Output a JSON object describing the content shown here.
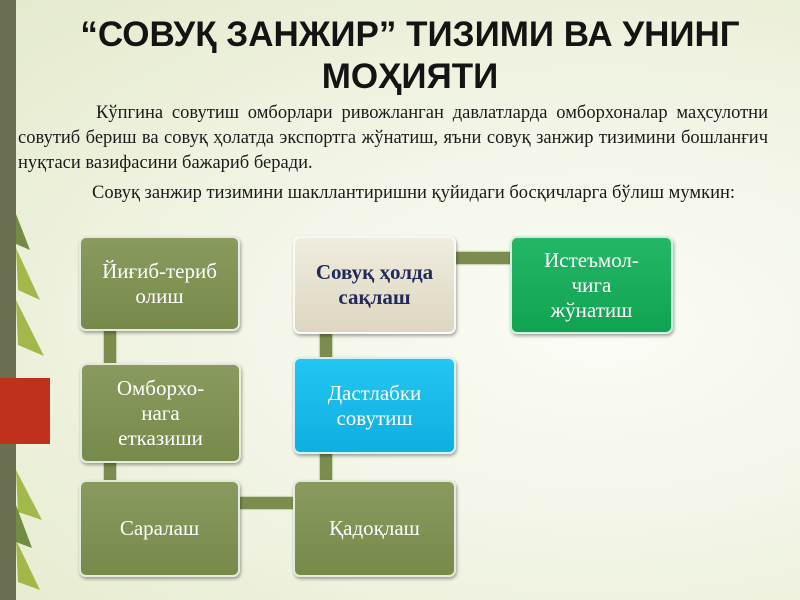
{
  "slide": {
    "title": "“СОВУҚ ЗАНЖИР” ТИЗИМИ ВА УНИНГ МОҲИЯТИ",
    "paragraph1": "Кўпгина совутиш омборлари ривожланган давлатларда омборхоналар маҳсулотни совутиб бериш ва совуқ ҳолатда экспортга жўнатиш, яъни совуқ занжир тизимини бошланғич нуқтаси вазифасини бажариб беради.",
    "paragraph2": "Совуқ занжир тизимини шакллантиришни қуйидаги босқичларга бўлиш мумкин:"
  },
  "diagram": {
    "steps": [
      {
        "label": "Йиғиб-териб\nолиш"
      },
      {
        "label": "Омборхо-\nнага\nетказиши"
      },
      {
        "label": "Саралаш"
      },
      {
        "label": "Қадоқлаш"
      },
      {
        "label": "Дастлабки\nсовутиш"
      },
      {
        "label": "Совуқ ҳолда\nсақлаш"
      },
      {
        "label": "Истеъмол-\nчига\nжўнатиш"
      }
    ]
  },
  "colors": {
    "olive": "#7f9150",
    "cyan": "#1ab8e8",
    "beige": "#e6e0cc",
    "green": "#1aab5a",
    "accent_red": "#c0311b",
    "side_bar": "#6b6f52"
  }
}
